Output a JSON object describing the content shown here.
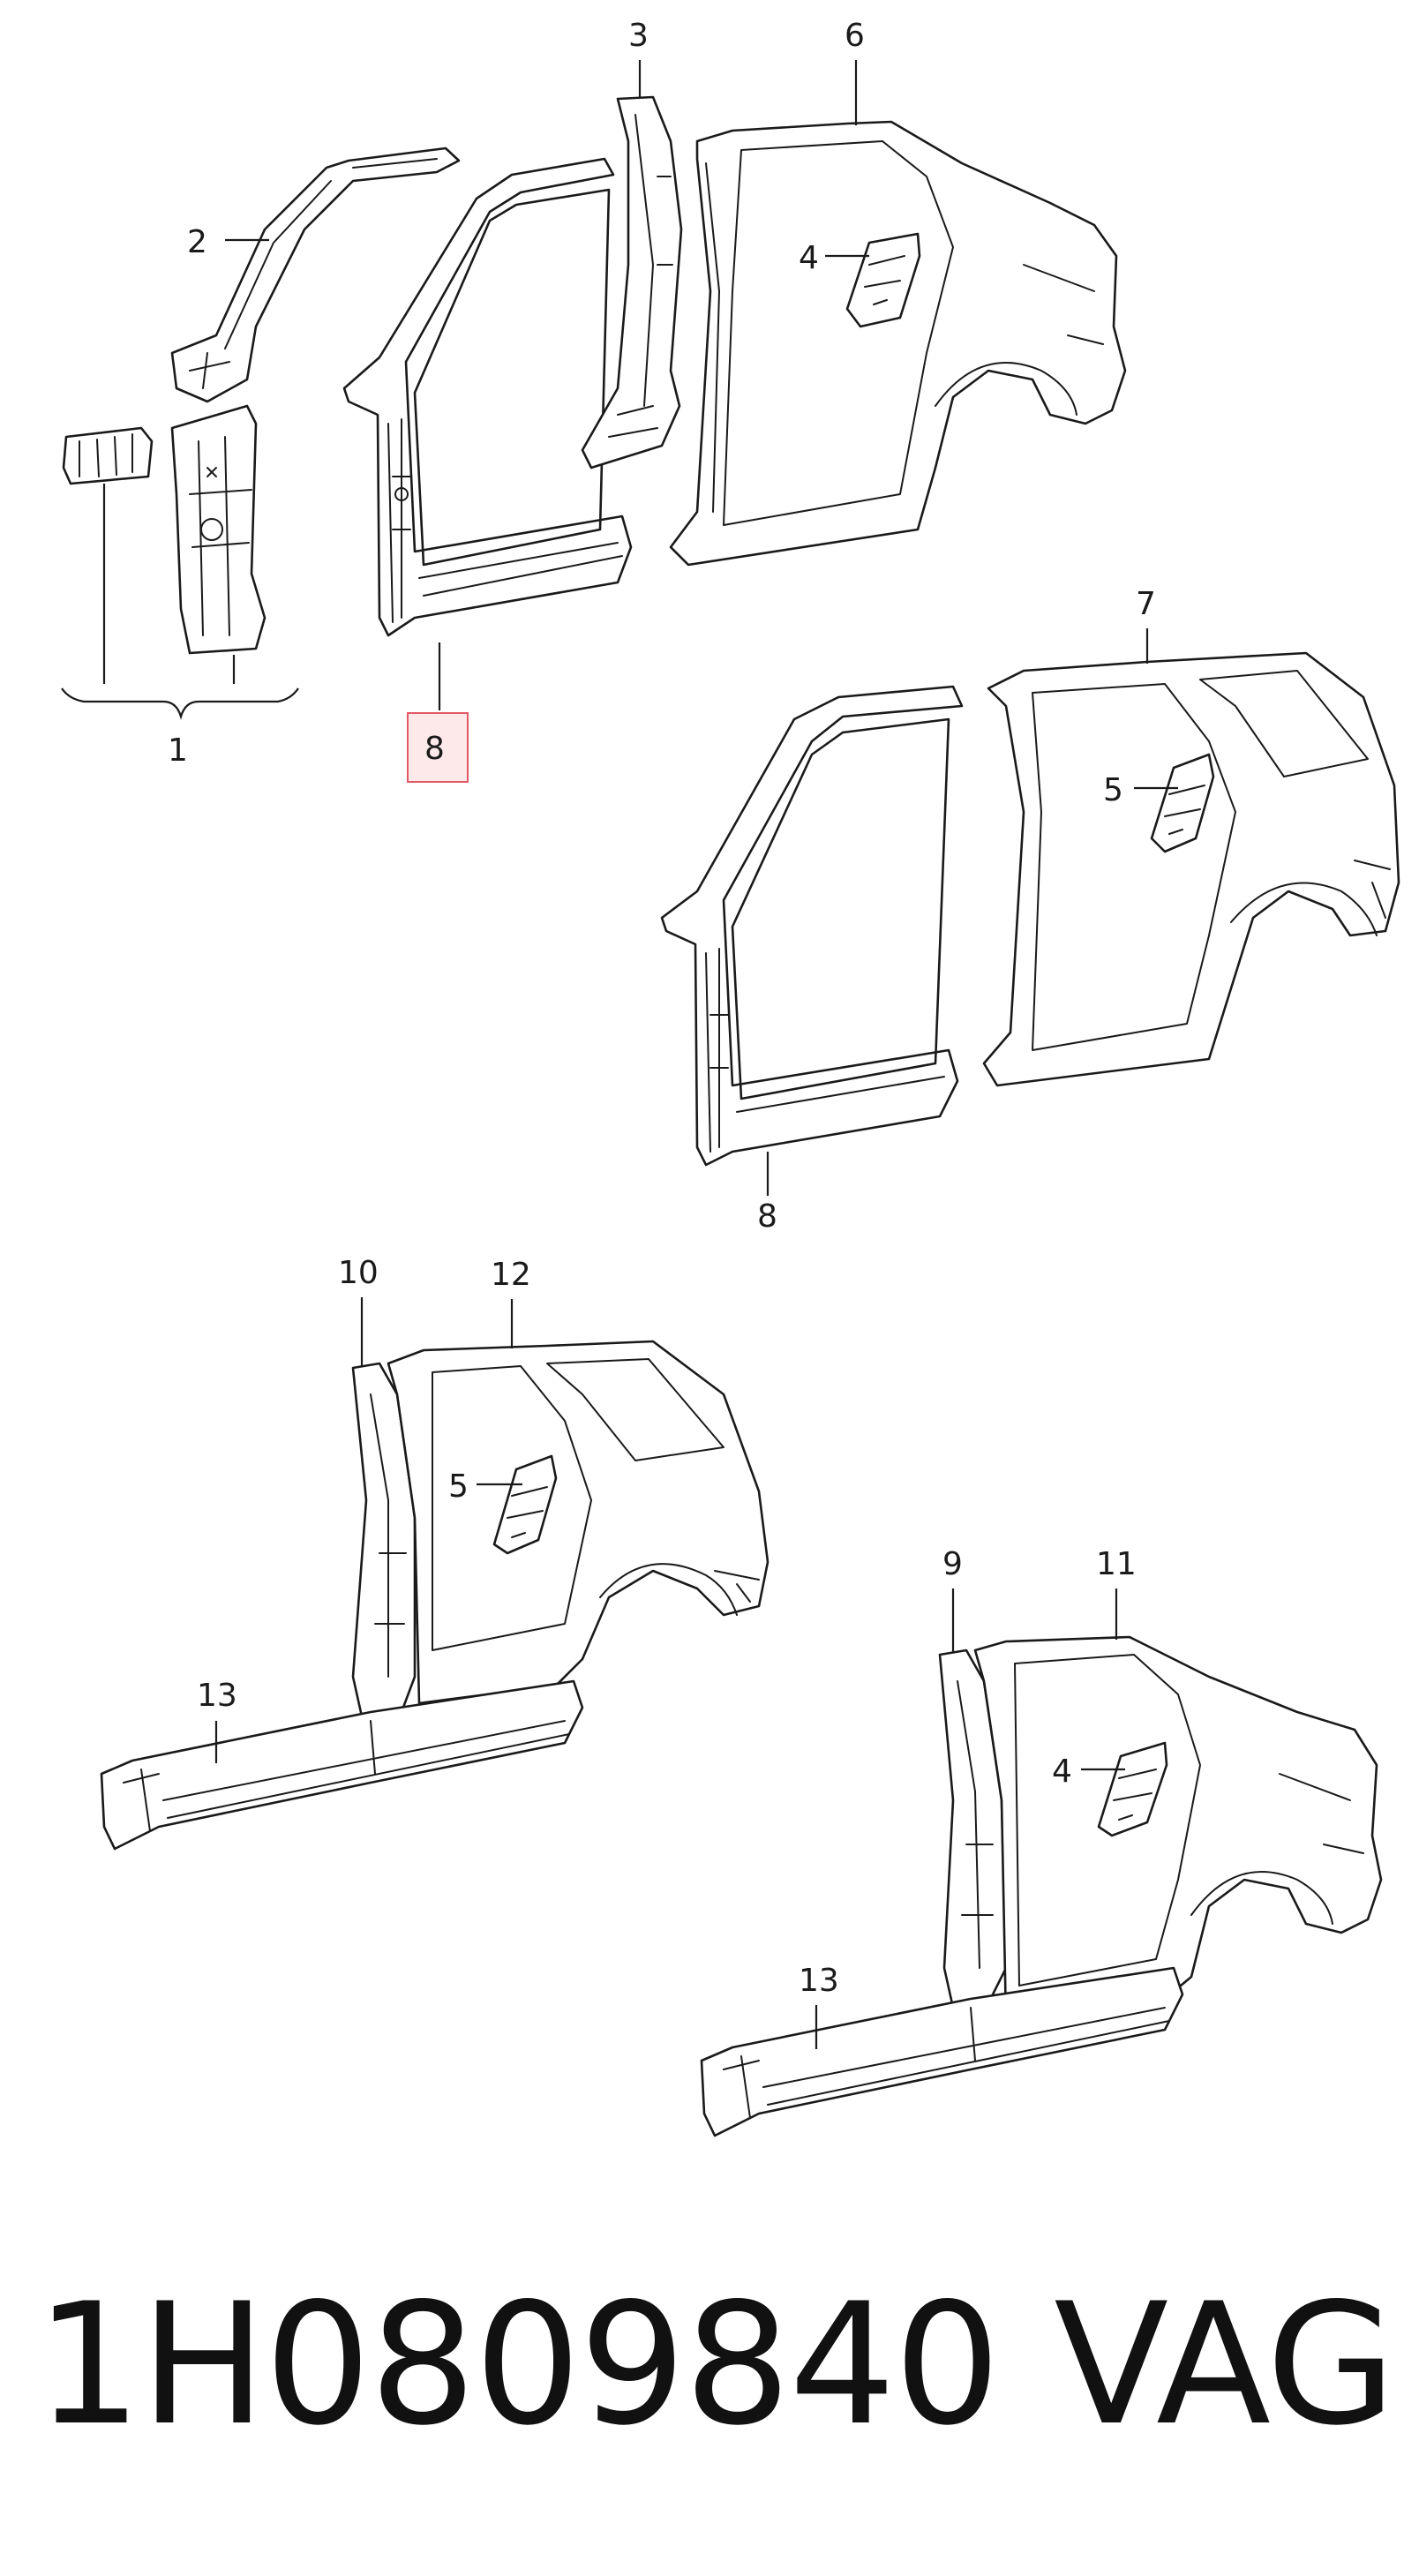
{
  "diagram": {
    "callouts": {
      "c1": "1",
      "c2": "2",
      "c3": "3",
      "c4a": "4",
      "c4b": "4",
      "c5a": "5",
      "c5b": "5",
      "c6": "6",
      "c7": "7",
      "c8a": "8",
      "c8b": "8",
      "c9": "9",
      "c10": "10",
      "c11": "11",
      "c12": "12",
      "c13a": "13",
      "c13b": "13"
    },
    "highlight_color": "#e05a64"
  },
  "footer": {
    "part_number": "1H0809840",
    "brand": "VAG"
  }
}
